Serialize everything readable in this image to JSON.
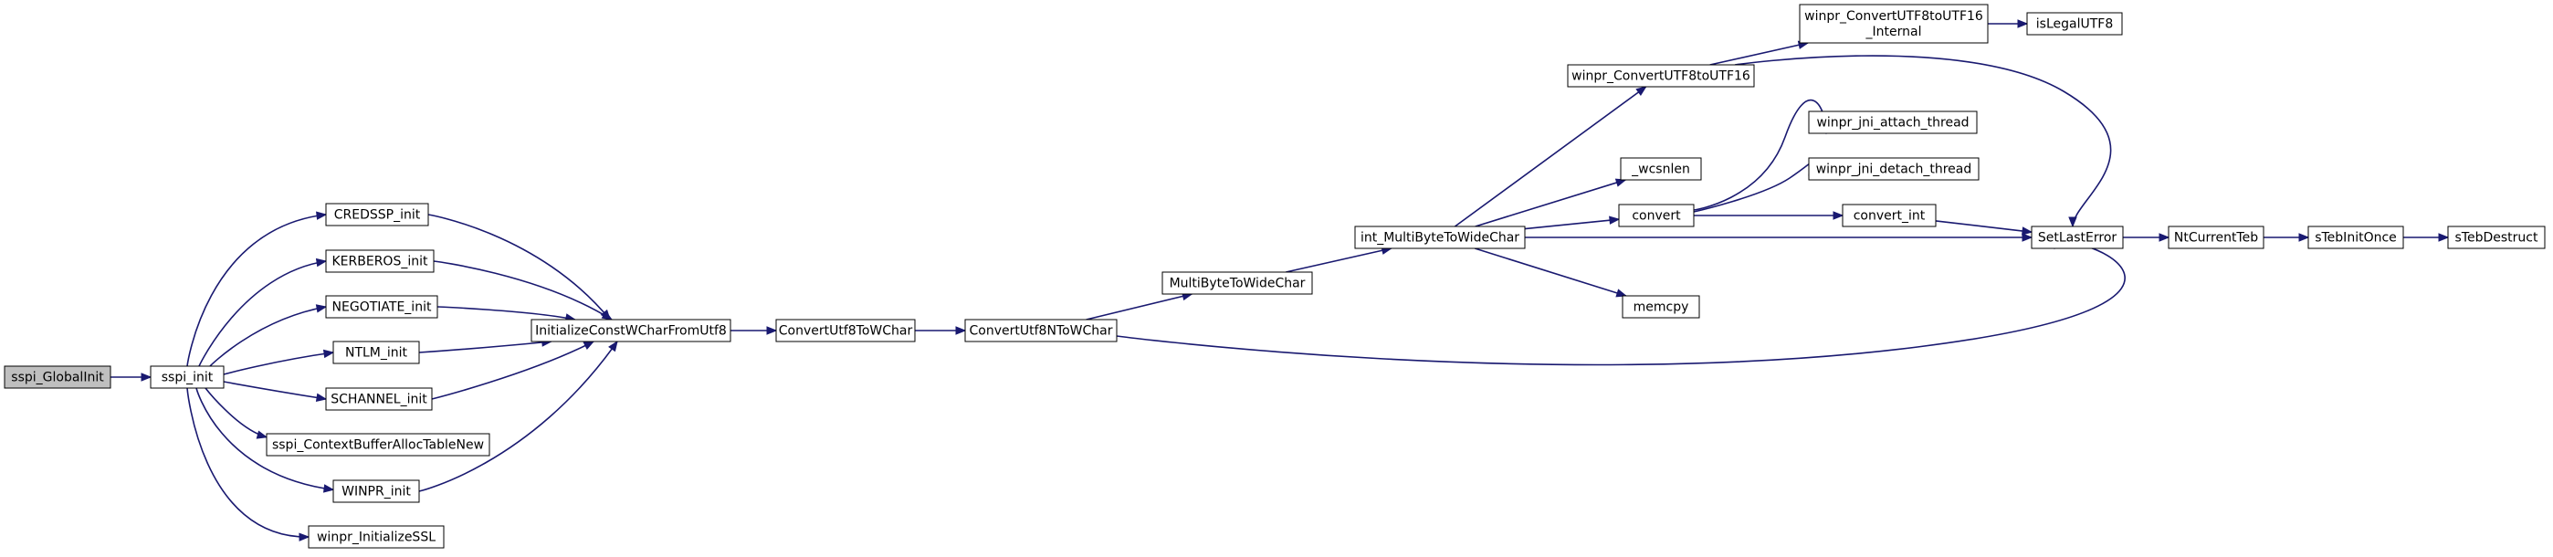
{
  "graph": {
    "colors": {
      "root_fill": "#bfbfbf",
      "node_fill": "#ffffff",
      "node_border": "#000000",
      "edge": "#191970",
      "text": "#000000"
    },
    "nodes": [
      {
        "id": "sspi_GlobalInit",
        "lines": [
          "sspi_GlobalInit"
        ],
        "root": true
      },
      {
        "id": "sspi_init",
        "lines": [
          "sspi_init"
        ]
      },
      {
        "id": "CREDSSP_init",
        "lines": [
          "CREDSSP_init"
        ]
      },
      {
        "id": "KERBEROS_init",
        "lines": [
          "KERBEROS_init"
        ]
      },
      {
        "id": "NEGOTIATE_init",
        "lines": [
          "NEGOTIATE_init"
        ]
      },
      {
        "id": "NTLM_init",
        "lines": [
          "NTLM_init"
        ]
      },
      {
        "id": "SCHANNEL_init",
        "lines": [
          "SCHANNEL_init"
        ]
      },
      {
        "id": "sspi_ContextBufferAllocTableNew",
        "lines": [
          "sspi_ContextBufferAllocTableNew"
        ]
      },
      {
        "id": "WINPR_init",
        "lines": [
          "WINPR_init"
        ]
      },
      {
        "id": "winpr_InitializeSSL",
        "lines": [
          "winpr_InitializeSSL"
        ]
      },
      {
        "id": "InitializeConstWCharFromUtf8",
        "lines": [
          "InitializeConstWCharFromUtf8"
        ]
      },
      {
        "id": "ConvertUtf8ToWChar",
        "lines": [
          "ConvertUtf8ToWChar"
        ]
      },
      {
        "id": "ConvertUtf8NToWChar",
        "lines": [
          "ConvertUtf8NToWChar"
        ]
      },
      {
        "id": "MultiByteToWideChar",
        "lines": [
          "MultiByteToWideChar"
        ]
      },
      {
        "id": "int_MultiByteToWideChar",
        "lines": [
          "int_MultiByteToWideChar"
        ]
      },
      {
        "id": "winpr_ConvertUTF8toUTF16",
        "lines": [
          "winpr_ConvertUTF8toUTF16"
        ]
      },
      {
        "id": "winpr_ConvertUTF8toUTF16_Internal",
        "lines": [
          "winpr_ConvertUTF8toUTF16",
          "_Internal"
        ]
      },
      {
        "id": "isLegalUTF8",
        "lines": [
          "isLegalUTF8"
        ]
      },
      {
        "id": "_wcsnlen",
        "lines": [
          "_wcsnlen"
        ]
      },
      {
        "id": "convert",
        "lines": [
          "convert"
        ]
      },
      {
        "id": "memcpy",
        "lines": [
          "memcpy"
        ]
      },
      {
        "id": "winpr_jni_attach_thread",
        "lines": [
          "winpr_jni_attach_thread"
        ]
      },
      {
        "id": "winpr_jni_detach_thread",
        "lines": [
          "winpr_jni_detach_thread"
        ]
      },
      {
        "id": "convert_int",
        "lines": [
          "convert_int"
        ]
      },
      {
        "id": "SetLastError",
        "lines": [
          "SetLastError"
        ]
      },
      {
        "id": "NtCurrentTeb",
        "lines": [
          "NtCurrentTeb"
        ]
      },
      {
        "id": "sTebInitOnce",
        "lines": [
          "sTebInitOnce"
        ]
      },
      {
        "id": "sTebDestruct",
        "lines": [
          "sTebDestruct"
        ]
      }
    ],
    "edges": [
      [
        "sspi_GlobalInit",
        "sspi_init"
      ],
      [
        "sspi_init",
        "CREDSSP_init"
      ],
      [
        "sspi_init",
        "KERBEROS_init"
      ],
      [
        "sspi_init",
        "NEGOTIATE_init"
      ],
      [
        "sspi_init",
        "NTLM_init"
      ],
      [
        "sspi_init",
        "SCHANNEL_init"
      ],
      [
        "sspi_init",
        "sspi_ContextBufferAllocTableNew"
      ],
      [
        "sspi_init",
        "WINPR_init"
      ],
      [
        "sspi_init",
        "winpr_InitializeSSL"
      ],
      [
        "CREDSSP_init",
        "InitializeConstWCharFromUtf8"
      ],
      [
        "KERBEROS_init",
        "InitializeConstWCharFromUtf8"
      ],
      [
        "NEGOTIATE_init",
        "InitializeConstWCharFromUtf8"
      ],
      [
        "NTLM_init",
        "InitializeConstWCharFromUtf8"
      ],
      [
        "SCHANNEL_init",
        "InitializeConstWCharFromUtf8"
      ],
      [
        "WINPR_init",
        "InitializeConstWCharFromUtf8"
      ],
      [
        "InitializeConstWCharFromUtf8",
        "ConvertUtf8ToWChar"
      ],
      [
        "ConvertUtf8ToWChar",
        "ConvertUtf8NToWChar"
      ],
      [
        "ConvertUtf8NToWChar",
        "MultiByteToWideChar"
      ],
      [
        "ConvertUtf8NToWChar",
        "SetLastError"
      ],
      [
        "MultiByteToWideChar",
        "int_MultiByteToWideChar"
      ],
      [
        "int_MultiByteToWideChar",
        "winpr_ConvertUTF8toUTF16"
      ],
      [
        "int_MultiByteToWideChar",
        "_wcsnlen"
      ],
      [
        "int_MultiByteToWideChar",
        "convert"
      ],
      [
        "int_MultiByteToWideChar",
        "SetLastError"
      ],
      [
        "int_MultiByteToWideChar",
        "memcpy"
      ],
      [
        "winpr_ConvertUTF8toUTF16",
        "winpr_ConvertUTF8toUTF16_Internal"
      ],
      [
        "winpr_ConvertUTF8toUTF16",
        "SetLastError"
      ],
      [
        "winpr_ConvertUTF8toUTF16_Internal",
        "isLegalUTF8"
      ],
      [
        "convert",
        "winpr_jni_attach_thread"
      ],
      [
        "convert",
        "winpr_jni_detach_thread"
      ],
      [
        "convert",
        "convert_int"
      ],
      [
        "convert_int",
        "SetLastError"
      ],
      [
        "SetLastError",
        "NtCurrentTeb"
      ],
      [
        "NtCurrentTeb",
        "sTebInitOnce"
      ],
      [
        "sTebInitOnce",
        "sTebDestruct"
      ]
    ]
  }
}
